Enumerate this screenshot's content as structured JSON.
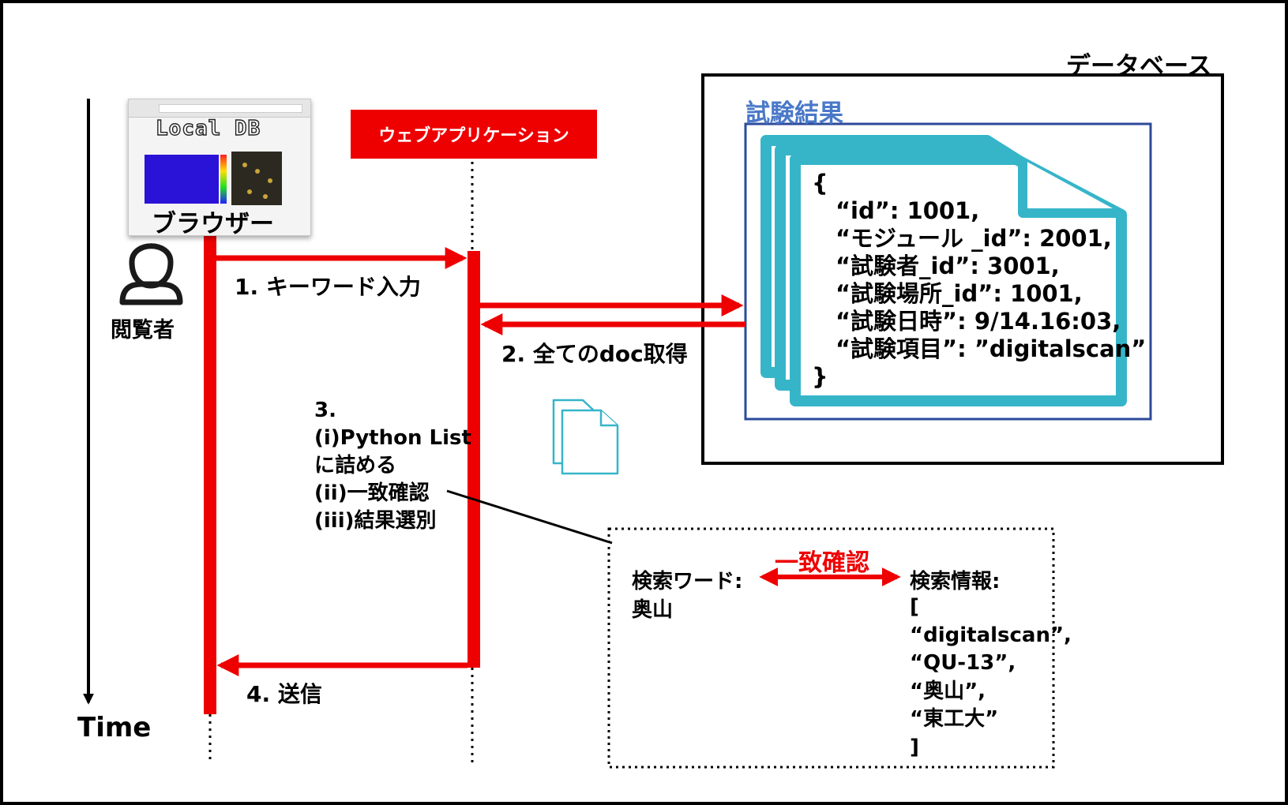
{
  "database": {
    "title": "データベース"
  },
  "test_results": {
    "title": "試験結果",
    "document_lines": [
      "{",
      "“id”: 1001,",
      "“モジュール _id”: 2001,",
      "“試験者_id”: 3001,",
      "“試験場所_id”: 1001,",
      "“試験日時”: 9/14.16:03,",
      "“試験項目”: ”digitalscan”",
      "}"
    ]
  },
  "web_app": {
    "label": "ウェブアプリケーション"
  },
  "browser": {
    "label": "ブラウザー",
    "logo_text": "Local DB"
  },
  "viewer": {
    "label": "閲覧者"
  },
  "time_axis": {
    "label": "Time"
  },
  "steps": {
    "step1": "1. キーワード入力",
    "step2": "2. 全てのdoc取得",
    "step3_lines": [
      "3.",
      "(i)Python List",
      "に詰める",
      "(ii)一致確認",
      "(iii)結果選別"
    ],
    "step4": "4. 送信"
  },
  "match_box": {
    "match_label": "一致確認",
    "search_word_label": "検索ワード:",
    "search_word_value": "奥山",
    "search_info_label": "検索情報:",
    "search_info_lines": [
      "[",
      "“digitalscan”,",
      "“QU-13”,",
      "“奥山”,",
      "“東工大”",
      "]"
    ]
  },
  "colors": {
    "red": "#ee0000",
    "teal": "#36b5c9",
    "light_teal": "#7fd3df",
    "navy": "#2c4a9a",
    "blue_title": "#4a78c8",
    "frame": "#000000"
  },
  "icons": [
    "person-icon",
    "documents-icon",
    "document-stack-icon"
  ]
}
